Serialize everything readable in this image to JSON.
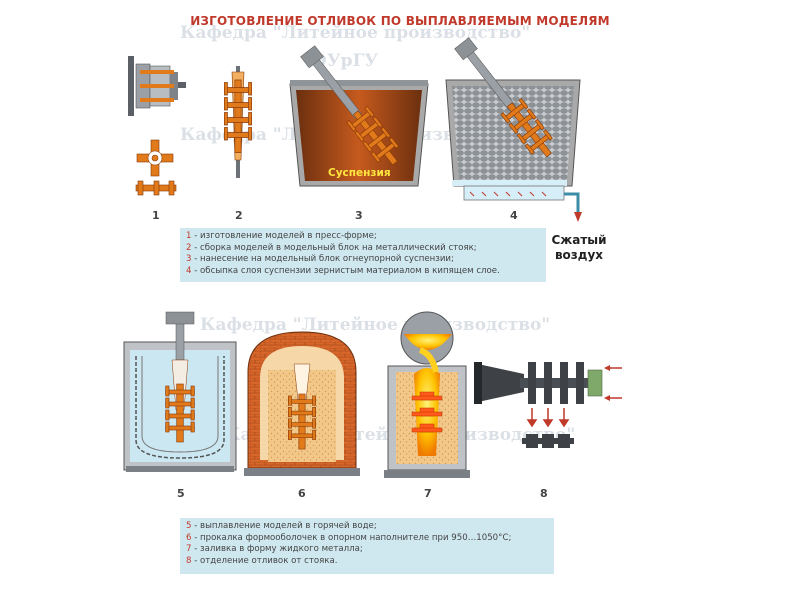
{
  "title": "ИЗГОТОВЛЕНИЕ ОТЛИВОК ПО ВЫПЛАВЛЯЕМЫМ МОДЕЛЯМ",
  "watermarks": [
    "Кафедра \"Литейное производство\"",
    "ЮУрГУ"
  ],
  "steps": [
    "1",
    "2",
    "3",
    "4",
    "5",
    "6",
    "7",
    "8"
  ],
  "labels": {
    "suspension": "Суспензия",
    "air_line1": "Сжатый",
    "air_line2": "воздух"
  },
  "legend_top": [
    {
      "num": "1",
      "text": " - изготовление моделей в пресс-форме;"
    },
    {
      "num": "2",
      "text": " - сборка моделей в модельный блок на металлический стояк;"
    },
    {
      "num": "3",
      "text": " - нанесение на модельный блок огнеупорной суспензии;"
    },
    {
      "num": "4",
      "text": " - обсыпка слоя суспензии зернистым материалом в кипящем слое."
    }
  ],
  "legend_bottom": [
    {
      "num": "5",
      "text": " - выплавление моделей в горячей воде;"
    },
    {
      "num": "6",
      "text": " - прокалка формооболочек в опорном наполнителе при 950…1050°С;"
    },
    {
      "num": "7",
      "text": " - заливка в форму жидкого металла;"
    },
    {
      "num": "8",
      "text": " - отделение отливок от стояка."
    }
  ],
  "colors": {
    "title": "#c0392b",
    "legend_bg": "#cfe8f0",
    "model": "#e07a1a",
    "mold": "#e06a2a",
    "metal": "#ffd020",
    "gray": "#8a8f94"
  }
}
